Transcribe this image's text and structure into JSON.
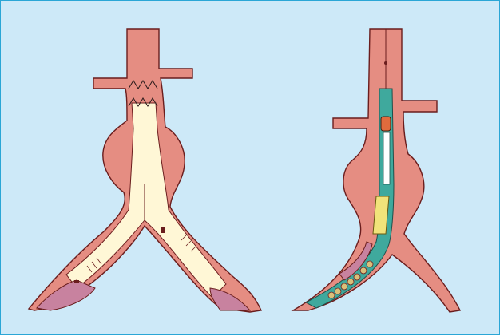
{
  "figure": {
    "background_color": "#cde9f8",
    "border_color": "#2aa6d6",
    "colors": {
      "vessel_wall": "#e58d82",
      "vessel_outline": "#6a1d1d",
      "stent_graft": "#fff7d6",
      "thrombus": "#c8829f",
      "delivery_sheath": "#3fa99d",
      "balloon": "#f1e37a",
      "capsule_cap": "#e06b3d"
    },
    "panels": [
      {
        "id": "left",
        "depicts": "deployed-endograft"
      },
      {
        "id": "right",
        "depicts": "delivery-catheter-in-aorta"
      }
    ]
  }
}
